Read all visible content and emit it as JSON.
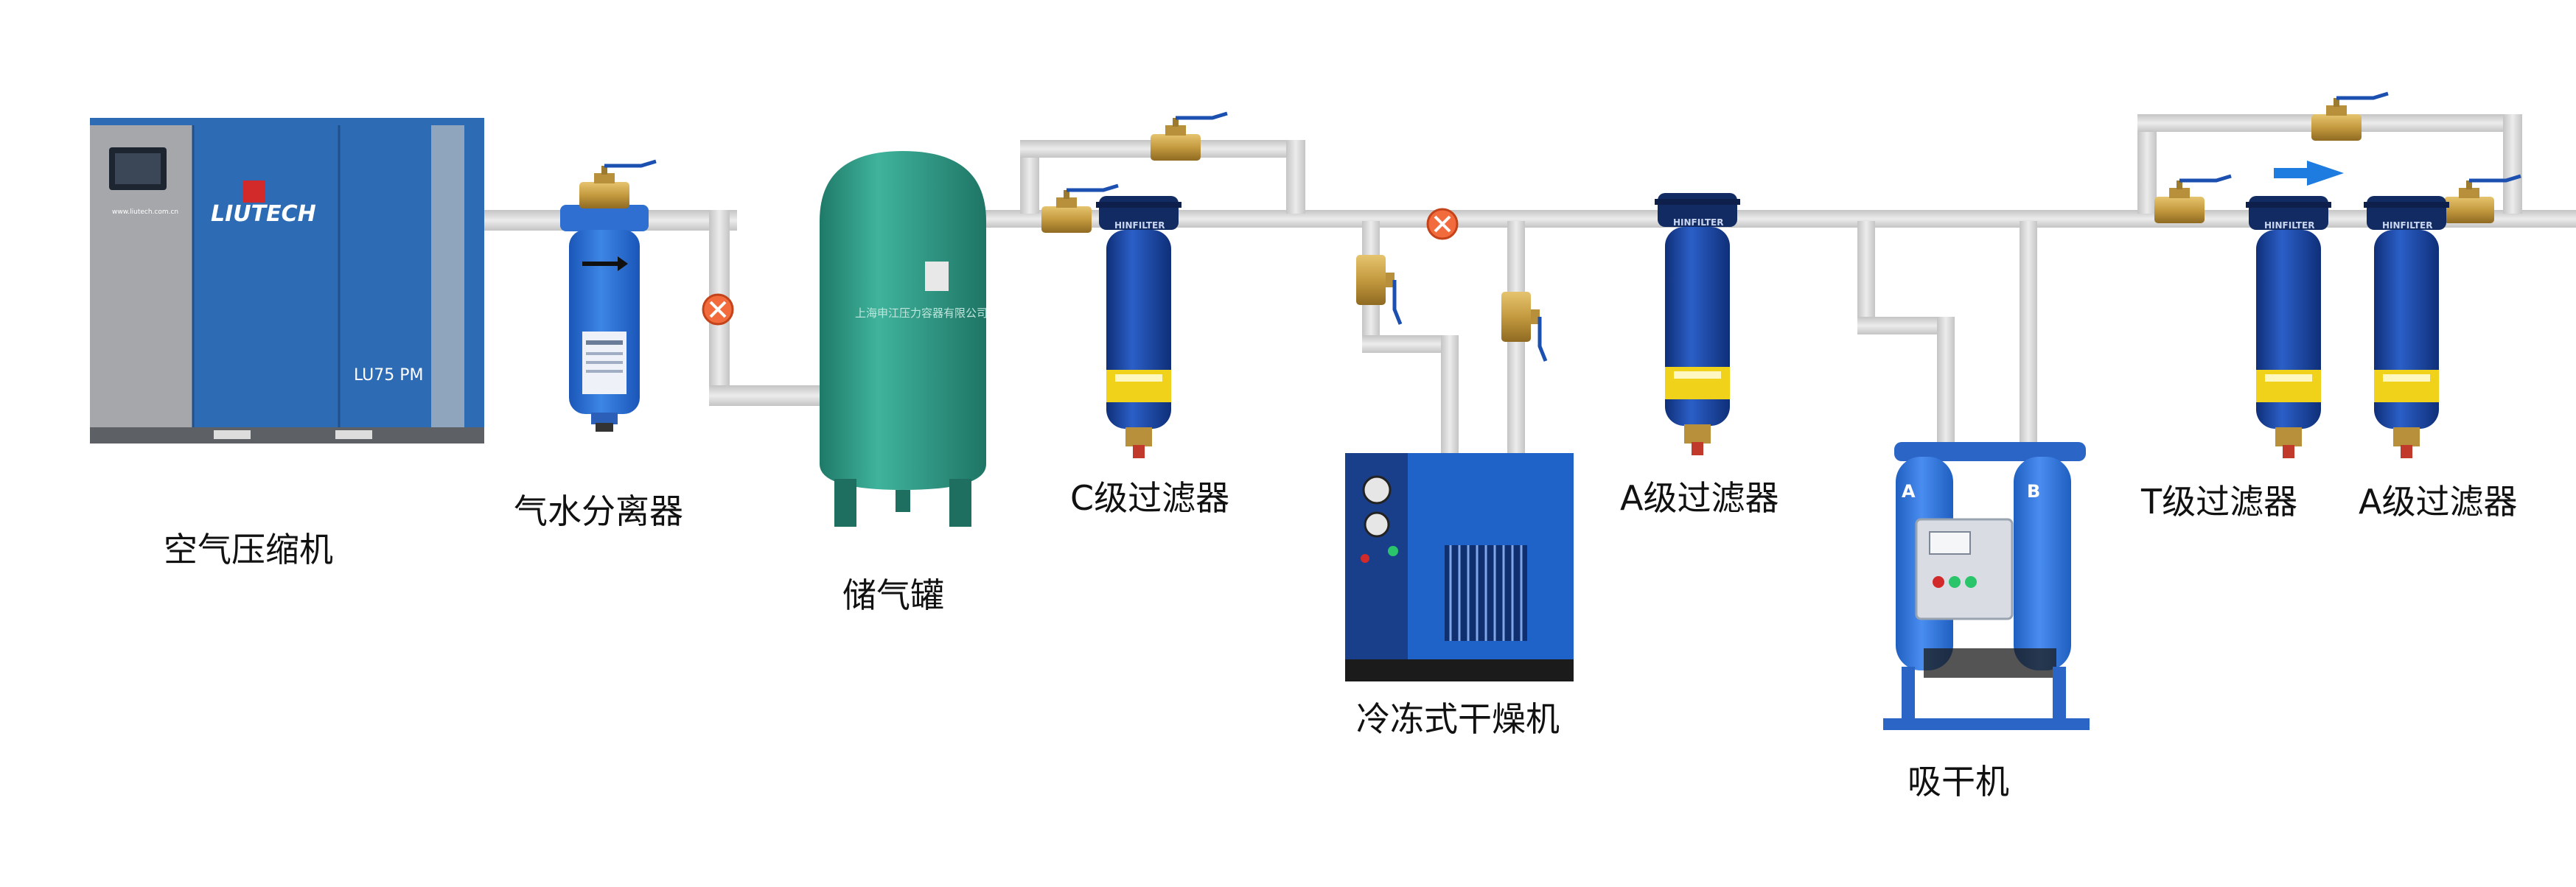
{
  "components": {
    "compressor": {
      "label": "空气压缩机",
      "brand": "LIUTECH",
      "model": "LU75 PM",
      "website": "www.liutech.com.cn"
    },
    "separator": {
      "label": "气水分离器"
    },
    "tank": {
      "label": "储气罐",
      "body_text": "上海申江压力容器有限公司"
    },
    "c_filter": {
      "label": "C级过滤器",
      "brand": "HINFILTER"
    },
    "refrig_dryer": {
      "label": "冷冻式干燥机"
    },
    "a_filter_1": {
      "label": "A级过滤器",
      "brand": "HINFILTER"
    },
    "adsorption_dryer": {
      "label": "吸干机",
      "tower_a": "A",
      "tower_b": "B"
    },
    "t_filter": {
      "label": "T级过滤器",
      "brand": "HINFILTER"
    },
    "a_filter_2": {
      "label": "A级过滤器",
      "brand": "HINFILTER"
    }
  },
  "colors": {
    "pipe": "#d9d9d9",
    "compressor_blue": "#2d6cb5",
    "compressor_gray": "#a5a7aa",
    "tank_green": "#2f9a86",
    "filter_blue": "#1746a8",
    "valve_brass": "#c9a047",
    "flow_arrow": "#1e7be0",
    "shutoff_valve": "#e85a2a"
  },
  "icons": [
    "flow-arrow-icon",
    "shutoff-valve-icon",
    "ball-valve-icon"
  ]
}
